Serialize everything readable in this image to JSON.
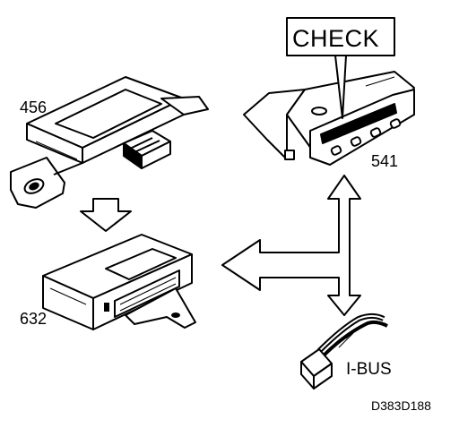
{
  "labels": {
    "part_456": "456",
    "part_541": "541",
    "part_632": "632",
    "check": "CHECK",
    "ibus": "I-BUS",
    "figure_code": "D383D188"
  },
  "colors": {
    "line": "#000000",
    "fill": "#ffffff",
    "shade": "#000000"
  }
}
